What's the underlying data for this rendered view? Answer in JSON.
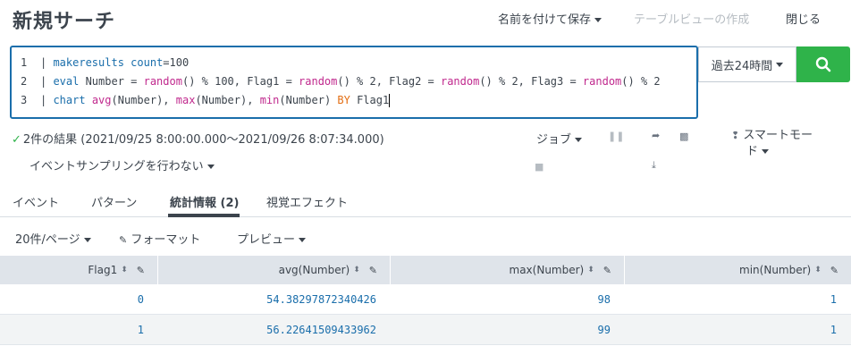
{
  "header": {
    "title": "新規サーチ",
    "save_as_label": "名前を付けて保存",
    "create_table_view_label": "テーブルビューの作成",
    "close_label": "閉じる"
  },
  "editor": {
    "line_numbers": [
      "1",
      "2",
      "3"
    ],
    "lines": [
      "| makeresults count=100",
      "| eval Number = random() % 100, Flag1 = random() % 2, Flag2 = random() % 2, Flag3 = random() % 2",
      "| chart avg(Number), max(Number), min(Number) BY Flag1"
    ]
  },
  "time_picker": {
    "label": "過去24時間"
  },
  "search_button": {
    "icon": "search-icon"
  },
  "status": {
    "result_text": "2件の結果 (2021/09/25 8:00:00.000〜2021/09/26 8:07:34.000)",
    "job_label": "ジョブ",
    "smart_mode_line1": "スマートモー",
    "smart_mode_line2": "ド",
    "sampling_label": "イベントサンプリングを行わない"
  },
  "tabs": [
    {
      "label": "イベント"
    },
    {
      "label": "パターン"
    },
    {
      "label": "統計情報 (2)"
    },
    {
      "label": "視覚エフェクト"
    }
  ],
  "active_tab": "統計情報 (2)",
  "toolbar": {
    "per_page_label": "20件/ページ",
    "format_label": "フォーマット",
    "preview_label": "プレビュー"
  },
  "table": {
    "columns": [
      "Flag1",
      "avg(Number)",
      "max(Number)",
      "min(Number)"
    ],
    "rows": [
      [
        "0",
        "54.38297872340426",
        "98",
        "1"
      ],
      [
        "1",
        "56.22641509433962",
        "99",
        "1"
      ]
    ]
  },
  "colors": {
    "accent": "#1a6eab",
    "search_button": "#2fb34a",
    "success": "#2fb34a"
  }
}
